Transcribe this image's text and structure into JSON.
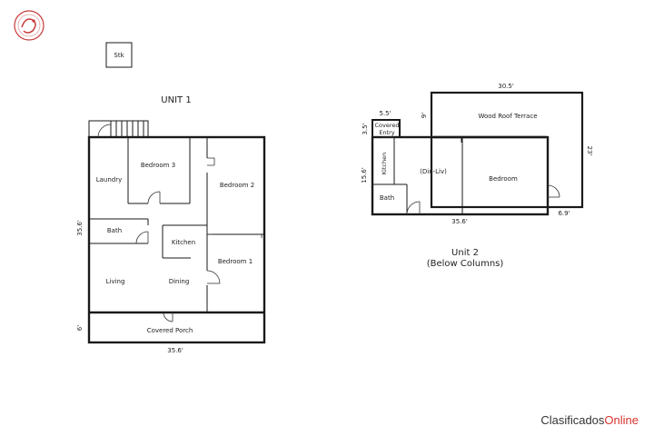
{
  "shed_label": "Stk",
  "unit1": {
    "title": "UNIT 1",
    "rooms": {
      "laundry": "Laundry",
      "bedroom3": "Bedroom 3",
      "bedroom2": "Bedroom 2",
      "bath": "Bath",
      "kitchen": "Kitchen",
      "bedroom1": "Bedroom 1",
      "living": "Living",
      "dining": "Dining",
      "porch": "Covered Porch"
    },
    "dims": {
      "width_bottom": "35.6'",
      "height_left": "35.6'",
      "porch_depth": "6'"
    }
  },
  "unit2": {
    "title_line1": "Unit 2",
    "title_line2": "(Below Columns)",
    "rooms": {
      "covered_entry_1": "Covered",
      "covered_entry_2": "Entry",
      "terrace": "Wood Roof Terrace",
      "kitchen": "Kitchen",
      "din_liv": "(Din-Liv)",
      "bedroom": "Bedroom",
      "bath": "Bath"
    },
    "dims": {
      "terrace_width": "30.5'",
      "entry_width": "5.5'",
      "entry_depth": "3.5'",
      "terrace_left": "9'",
      "terrace_right": "23'",
      "depth_left": "15.6'",
      "width_bottom": "35.6'",
      "bedroom_ext": "6.9'"
    }
  },
  "brand": {
    "main": "Clasificados",
    "accent": "Online",
    "accent_color": "#d8322e"
  }
}
